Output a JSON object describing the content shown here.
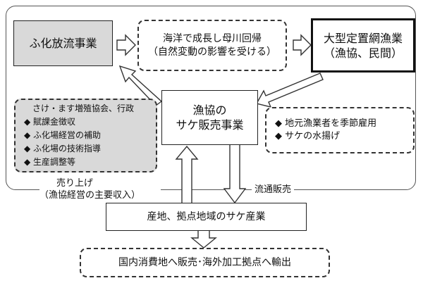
{
  "nodes": {
    "release": {
      "text": "ふ化放流事業"
    },
    "ocean": {
      "line1": "海洋で成長し母川回帰",
      "line2": "（自然変動の影響を受ける）"
    },
    "setnet": {
      "line1": "大型定置網漁業",
      "line2": "（漁協、民間）"
    },
    "coop": {
      "line1": "漁協の",
      "line2": "サケ販売事業"
    },
    "association": {
      "title": "さけ・ます増殖協会、行政",
      "items": [
        "◆ 賦課金徴収",
        "◆ ふ化場経営の補助",
        "◆ ふ化場の技術指導",
        "◆ 生産調整等"
      ]
    },
    "fishermen": {
      "items": [
        "◆ 地元漁業者を季節雇用",
        "◆ サケの水揚げ"
      ]
    },
    "industry": {
      "text": "産地、拠点地域のサケ産業"
    },
    "market": {
      "text": "国内消費地へ販売･海外加工拠点へ輸出"
    }
  },
  "labels": {
    "sales_line1": "売り上げ",
    "sales_line2": "（漁協経営の主要収入）",
    "distribution": "流通販売"
  },
  "colors": {
    "grey_fill": "#d9d9d9",
    "line": "#333333"
  }
}
